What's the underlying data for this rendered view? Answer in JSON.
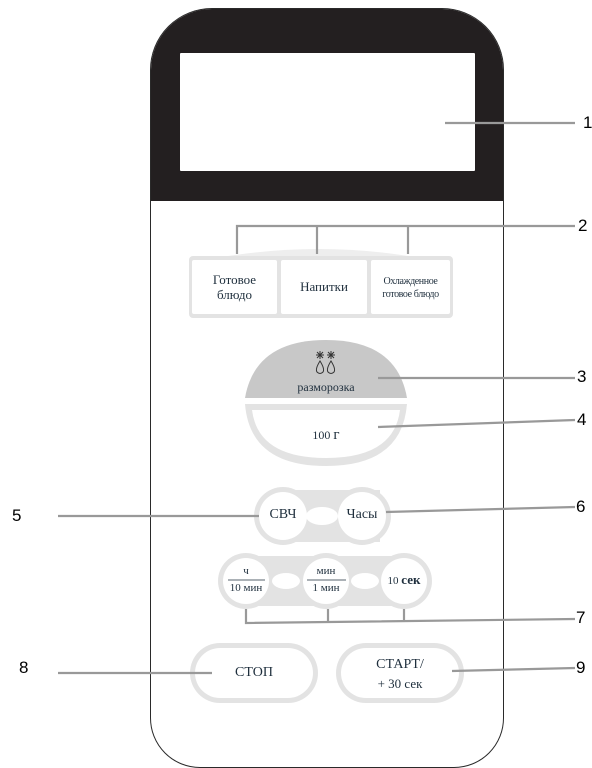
{
  "display": {},
  "quick_buttons": {
    "ready_meal": [
      "Готовое",
      "блюдо"
    ],
    "drinks": "Напитки",
    "chilled_meal": [
      "Охлажденное",
      "готовое блюдо"
    ]
  },
  "defrost": {
    "label": "разморозка",
    "weight_value": "100",
    "weight_unit": "г"
  },
  "mode_buttons": {
    "microwave": "СВЧ",
    "clock": "Часы"
  },
  "time_buttons": {
    "hours": {
      "top": "ч",
      "bottom": "10 мин"
    },
    "minutes": {
      "top": "мин",
      "bottom": "1 мин"
    },
    "seconds": {
      "value": "10",
      "unit": "сек"
    }
  },
  "control_buttons": {
    "stop": "СТОП",
    "start": [
      "СТАРТ/",
      "+ 30 сек"
    ]
  },
  "callouts": [
    "1",
    "2",
    "3",
    "4",
    "5",
    "6",
    "7",
    "8",
    "9"
  ],
  "colors": {
    "panel_top": "#231f20",
    "button_fill": "#ffffff",
    "ring": "#e3e3e3",
    "defrost_fill": "#c8c8c8",
    "leader_line": "#999999",
    "text": "#1f2f3d"
  }
}
